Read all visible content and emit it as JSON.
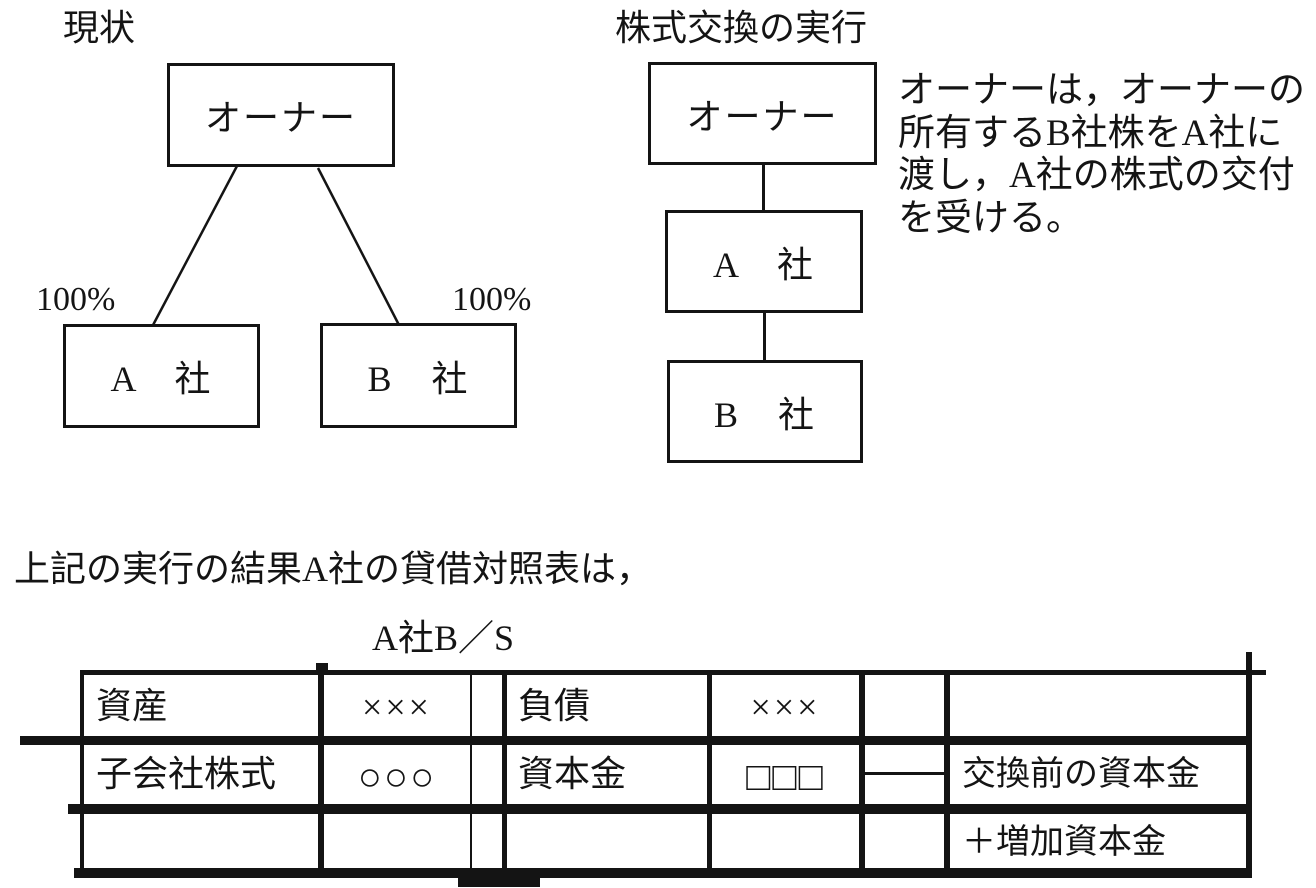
{
  "left_diagram": {
    "title": "現状",
    "owner_label": "オーナー",
    "company_a_label": "A　社",
    "company_b_label": "B　社",
    "ownership_a": "100%",
    "ownership_b": "100%"
  },
  "right_diagram": {
    "title": "株式交換の実行",
    "owner_label": "オーナー",
    "company_a_label": "A　社",
    "company_b_label": "B　社",
    "description_lines": [
      "オーナーは，オーナーの",
      "所有するB社株をA社に",
      "渡し，A社の株式の交付",
      "を受ける。"
    ]
  },
  "bottom": {
    "intro": "上記の実行の結果A社の貸借対照表は，",
    "table_title": "A社B／S",
    "balance_sheet": {
      "assets": [
        {
          "label": "資産",
          "amount": "×××"
        },
        {
          "label": "子会社株式",
          "amount": "○○○"
        }
      ],
      "liabilities": [
        {
          "label": "負債",
          "amount": "×××"
        },
        {
          "label": "資本金",
          "amount": "□□□"
        }
      ],
      "annotations": [
        "交換前の資本金",
        "＋増加資本金"
      ]
    },
    "colors": {
      "ink": "#141414",
      "paper": "#ffffff"
    }
  }
}
